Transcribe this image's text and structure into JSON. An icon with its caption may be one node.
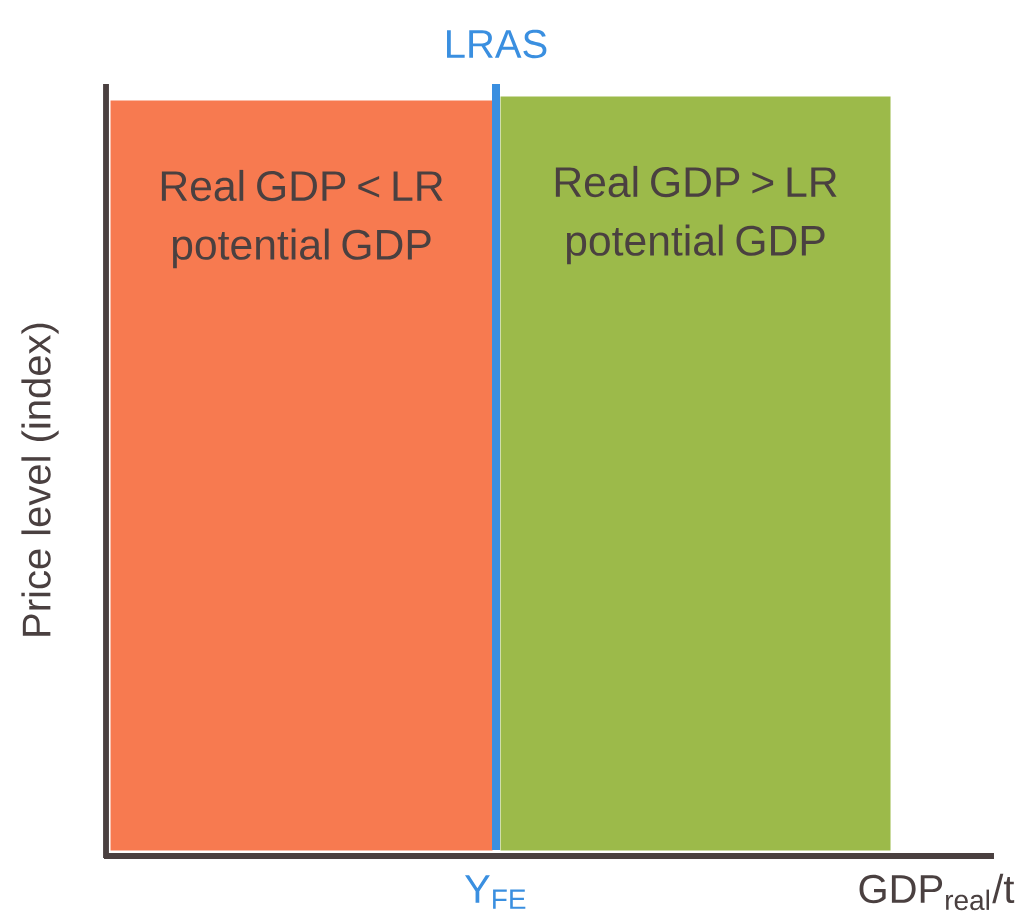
{
  "diagram": {
    "nodes": [
      {
        "text": [
          "Real GDP < LR potential GDP"
        ]
      },
      {
        "text": [
          "Real GDP > LR potential GDP"
        ]
      }
    ],
    "labels": [
      "LRAS",
      "Price level (index)",
      "Y$_{FE}$",
      "GDP$_{real}$/t"
    ]
  }
}
